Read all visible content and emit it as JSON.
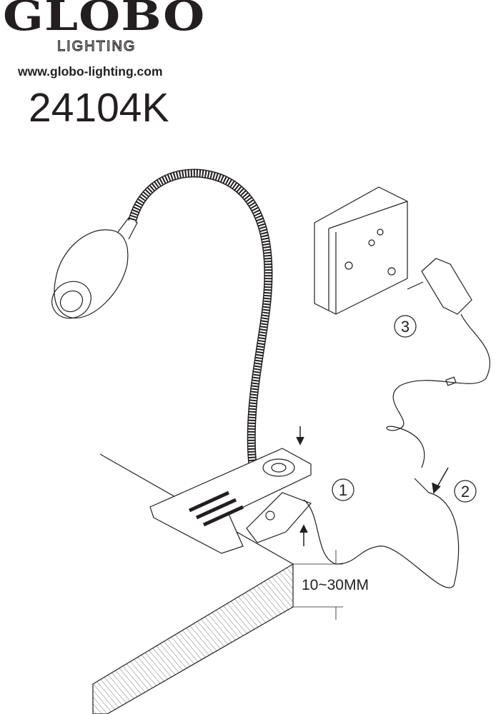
{
  "brand": {
    "name": "GLOBO",
    "subtitle": "LIGHTING"
  },
  "website": "www.globo-lighting.com",
  "model_number": "24104K",
  "diagram": {
    "steps": [
      "1",
      "2",
      "3"
    ],
    "thickness_label": "10~30MM"
  }
}
